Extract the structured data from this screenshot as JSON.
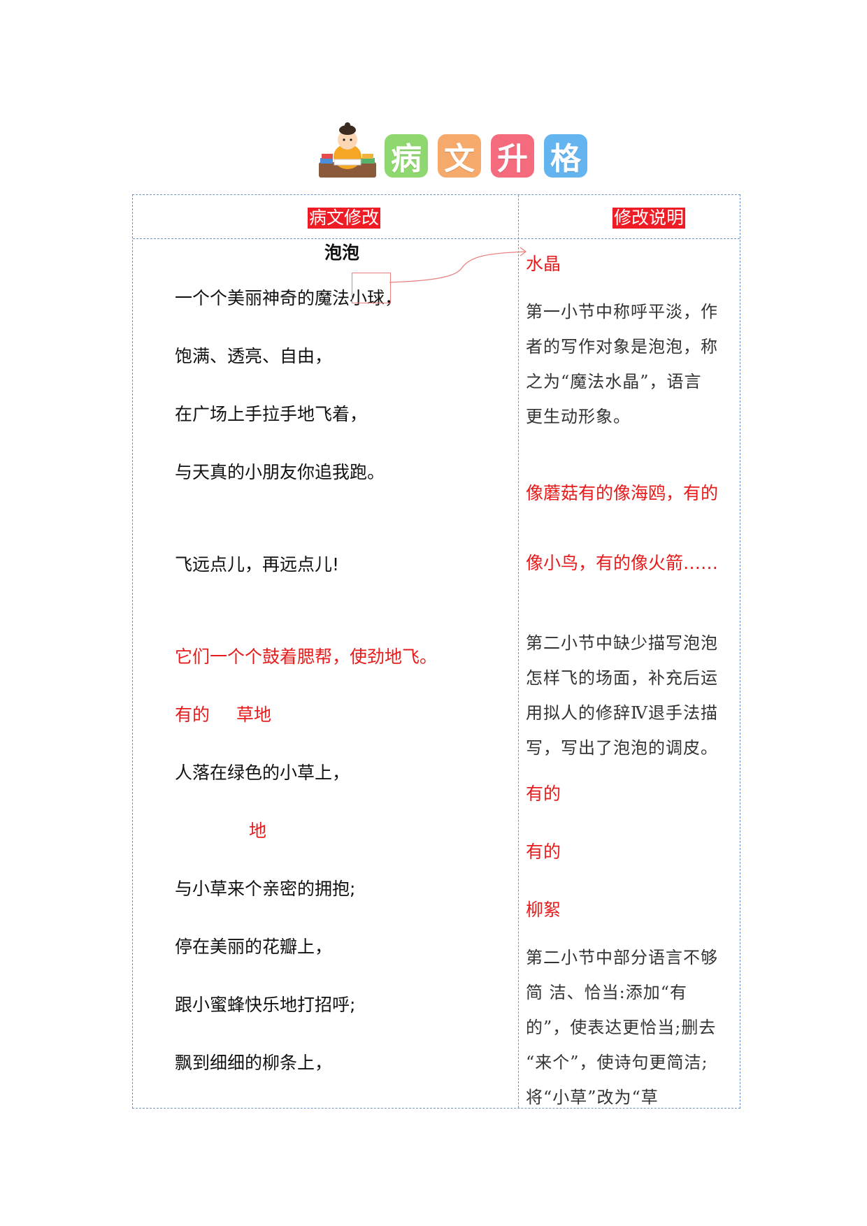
{
  "header": {
    "title_chars": [
      "病",
      "文",
      "升",
      "格"
    ],
    "tile_colors": [
      "#8fd86f",
      "#f5a96b",
      "#f56b7e",
      "#63b4ef"
    ]
  },
  "table": {
    "col1_header": "病文修改",
    "col2_header": "修改说明"
  },
  "poem": {
    "title": "泡泡",
    "lines": [
      "一个个美丽神奇的魔法小球，",
      "饱满、透亮、自由，",
      "在广场上手拉手地飞着，",
      "与天真的小朋友你追我跑。",
      "飞远点儿，再远点儿!",
      "它们一个个鼓着腮帮，使劲地飞。",
      "有的",
      "草地",
      "人落在绿色的小草上，",
      "地",
      "与小草来个亲密的拥抱;",
      "停在美丽的花瓣上，",
      "跟小蜜蜂快乐地打招呼;",
      "飘到细细的柳条上，"
    ]
  },
  "notes": {
    "items": [
      "水晶",
      "第一小节中称呼平淡，作",
      "者的写作对象是泡泡，称",
      "之为“魔法水晶”，语言",
      "更生动形象。",
      "像蘑菇有的像海鸥，有的",
      "像小鸟，有的像火箭……",
      "第二小节中缺少描写泡泡",
      "怎样飞的场面，补充后运",
      "用拟人的修辞Ⅳ退手法描",
      "写，写出了泡泡的调皮。",
      "有的",
      "有的",
      "柳絮",
      "第二小节中部分语言不够",
      "简  洁、恰当:添加“有",
      "的”，使表达更恰当;删去",
      "“来个”，使诗句更简洁;",
      "将“小草”改为“草"
    ]
  },
  "colors": {
    "accent_red": "#e71b1b",
    "border_blue": "#6f95cf"
  }
}
